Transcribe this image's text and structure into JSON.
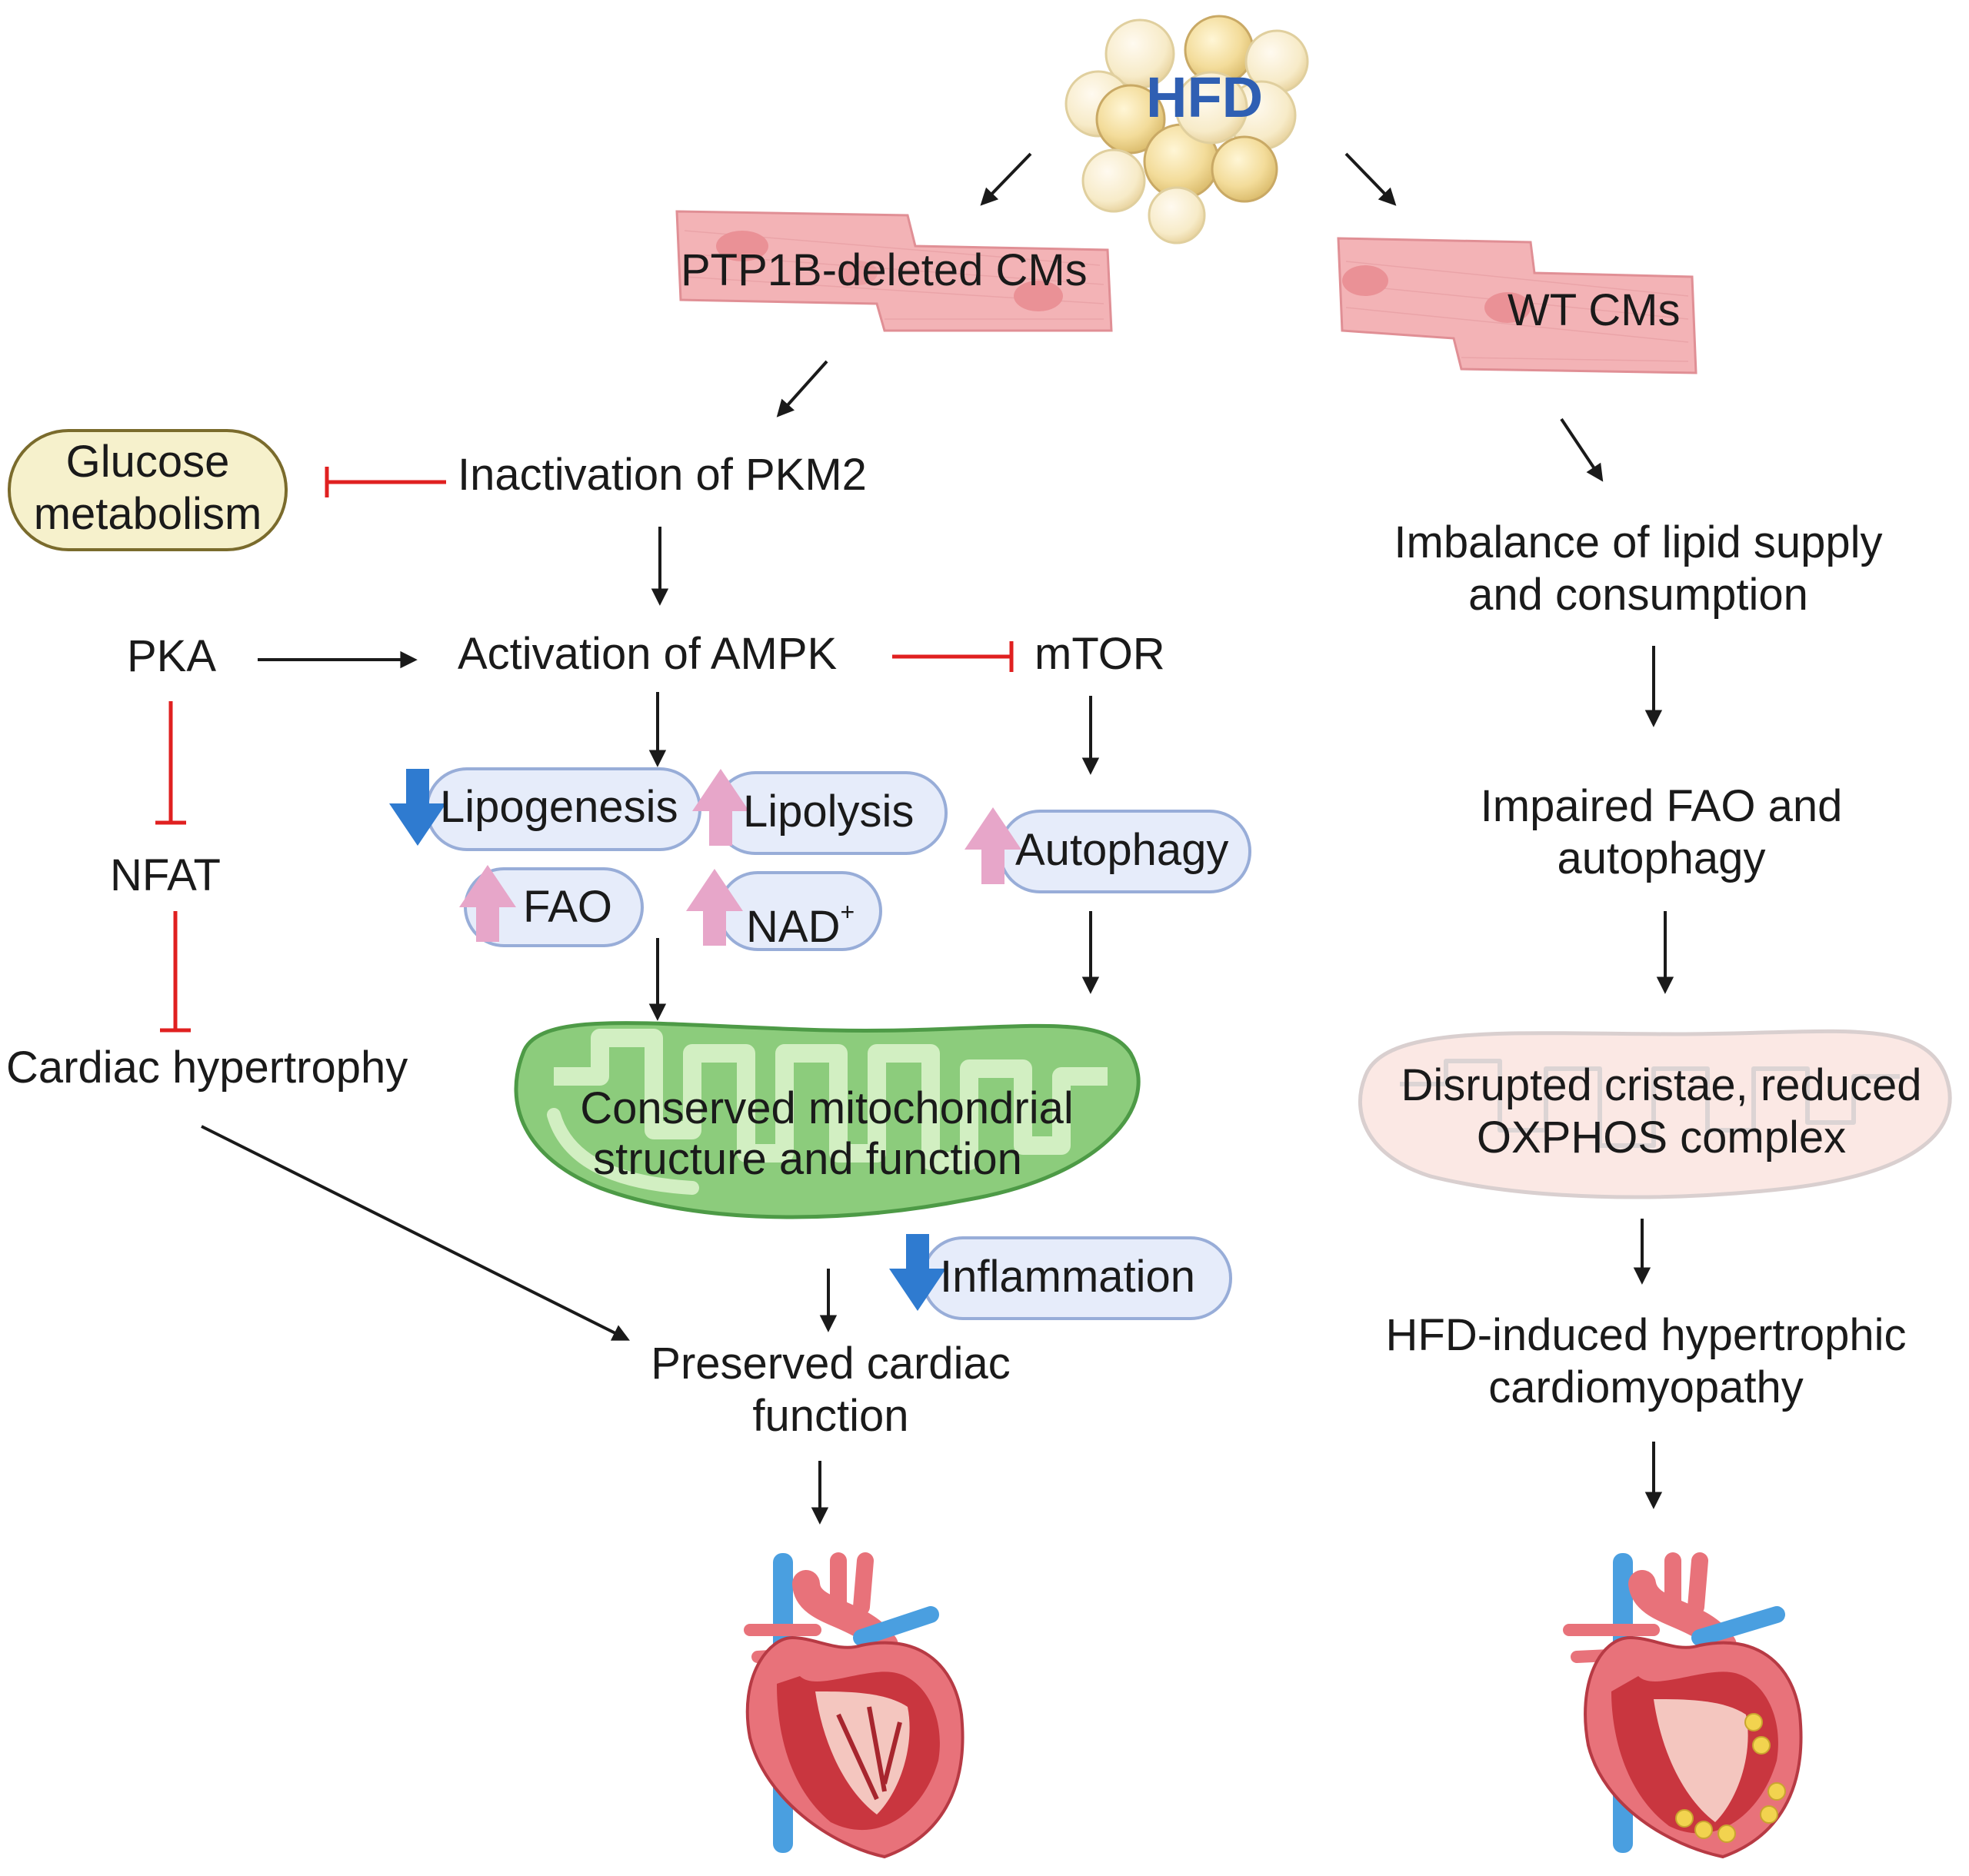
{
  "labels": {
    "hfd": "HFD",
    "ptp1b_cms": "PTP1B-deleted CMs",
    "wt_cms": "WT CMs",
    "glucose_line1": "Glucose",
    "glucose_line2": "metabolism",
    "pkm2": "Inactivation of PKM2",
    "pka": "PKA",
    "ampk": "Activation of AMPK",
    "mtor": "mTOR",
    "nfat": "NFAT",
    "cardiac_hypertrophy": "Cardiac hypertrophy",
    "lipogenesis": "Lipogenesis",
    "lipolysis": "Lipolysis",
    "fao": "FAO",
    "nad_base": "NAD",
    "nad_sup": "+",
    "autophagy": "Autophagy",
    "mito_conserved_line1": "Conserved mitochondrial",
    "mito_conserved_line2": "structure and function",
    "inflammation": "Inflammation",
    "preserved_line1": "Preserved cardiac",
    "preserved_line2": "function",
    "imbalance_line1": "Imbalance of lipid supply",
    "imbalance_line2": "and consumption",
    "impaired_line1": "Impaired FAO and",
    "impaired_line2": "autophagy",
    "disrupted_line1": "Disrupted cristae, reduced",
    "disrupted_line2": "OXPHOS complex",
    "hcm_line1": "HFD-induced hypertrophic",
    "hcm_line2": "cardiomyopathy"
  },
  "icons": {
    "fat_cluster": "lipid-droplet-cluster-icon",
    "cardiomyocyte": "cardiomyocyte-icon",
    "heart": "heart-cross-section-icon",
    "mitochondrion": "mitochondrion-icon",
    "up_arrow": "pink-up-arrow-icon",
    "down_arrow": "blue-down-arrow-icon"
  },
  "colors": {
    "activation_arrow": "#1a1a1a",
    "inhibition": "#e02020",
    "up_regulated": "#e7a6c9",
    "down_regulated": "#2f7bd0",
    "pill_fill": "#e6ecfa",
    "pill_stroke": "#98add8",
    "glucose_fill": "#f6f1cc",
    "glucose_stroke": "#7a6b2c",
    "mito_healthy": "#8ccc7c",
    "mito_damaged": "#fbe8e4",
    "cell_fill": "#f3b3b6",
    "hfd_text": "#2f5fb3"
  }
}
